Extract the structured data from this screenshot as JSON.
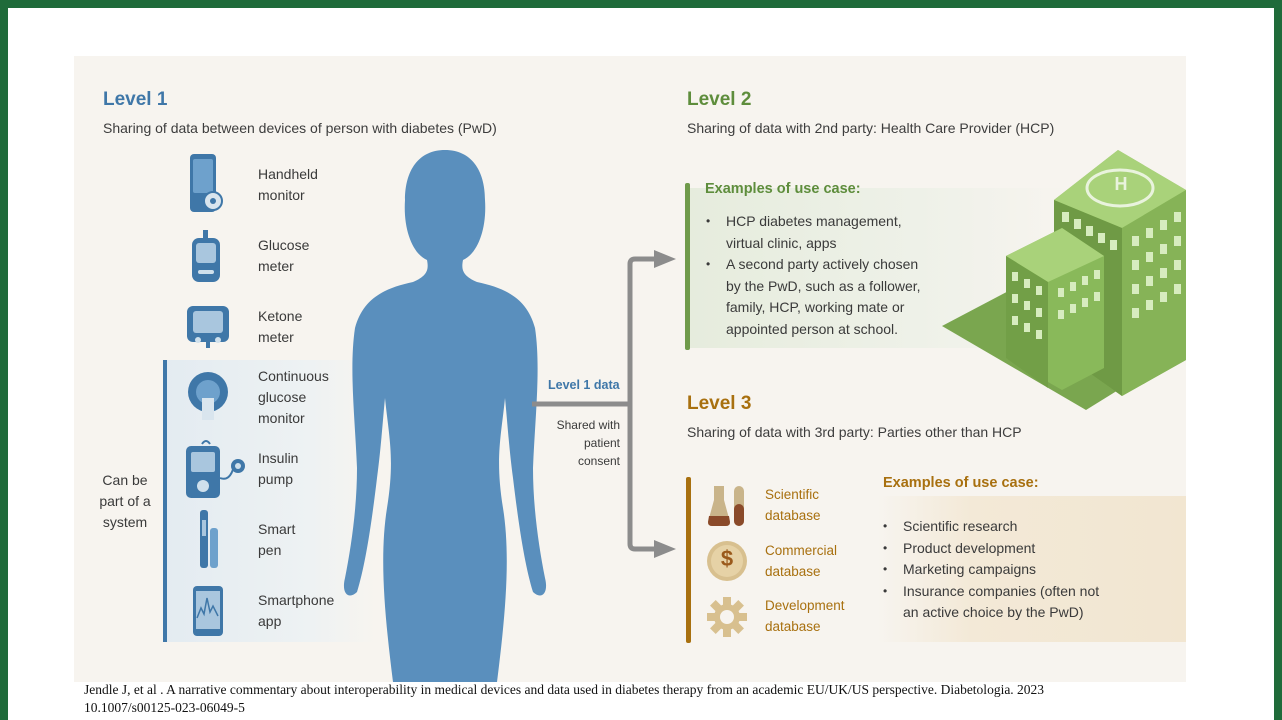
{
  "colors": {
    "level1": "#3f77a8",
    "level2": "#5e8d3c",
    "level3": "#a8700f",
    "silhouette": "#5a8fbd",
    "arrow": "#8c8c8c"
  },
  "level1": {
    "title": "Level 1",
    "subtitle": "Sharing of data between devices of person with diabetes (PwD)",
    "devices": [
      {
        "label": "Handheld\nmonitor",
        "icon": "handheld-monitor-icon"
      },
      {
        "label": "Glucose\nmeter",
        "icon": "glucose-meter-icon"
      },
      {
        "label": "Ketone\nmeter",
        "icon": "ketone-meter-icon"
      },
      {
        "label": "Continuous\nglucose\nmonitor",
        "icon": "cgm-icon"
      },
      {
        "label": "Insulin\npump",
        "icon": "insulin-pump-icon"
      },
      {
        "label": "Smart\npen",
        "icon": "smart-pen-icon"
      },
      {
        "label": "Smartphone\napp",
        "icon": "smartphone-icon"
      }
    ],
    "system_label": "Can be\npart of a\nsystem"
  },
  "flow": {
    "data_label": "Level 1 data",
    "consent_label": "Shared with\npatient\nconsent"
  },
  "level2": {
    "title": "Level 2",
    "subtitle": "Sharing of data with 2nd party: Health Care Provider (HCP)",
    "use_case_title": "Examples of use case:",
    "use_cases": [
      "HCP diabetes management,\nvirtual clinic, apps",
      "A second party actively chosen\nby the PwD, such as a follower,\nfamily, HCP, working mate or\nappointed person at school."
    ],
    "helipad_letter": "H"
  },
  "level3": {
    "title": "Level 3",
    "subtitle": "Sharing of data with 3rd party: Parties other than HCP",
    "databases": [
      {
        "label": "Scientific\ndatabase",
        "icon": "test-tubes-icon"
      },
      {
        "label": "Commercial\ndatabase",
        "icon": "dollar-coin-icon",
        "glyph": "$"
      },
      {
        "label": "Development\ndatabase",
        "icon": "gear-icon"
      }
    ],
    "use_case_title": "Examples of use case:",
    "use_cases": [
      "Scientific research",
      "Product development",
      "Marketing campaigns",
      "Insurance companies (often not\nan active choice by the PwD)"
    ]
  },
  "citation": {
    "line1": "Jendle J, et al . A narrative commentary about interoperability in medical devices and data used in diabetes therapy from an academic EU/UK/US perspective. Diabetologia. 2023",
    "line2": "10.1007/s00125-023-06049-5"
  }
}
